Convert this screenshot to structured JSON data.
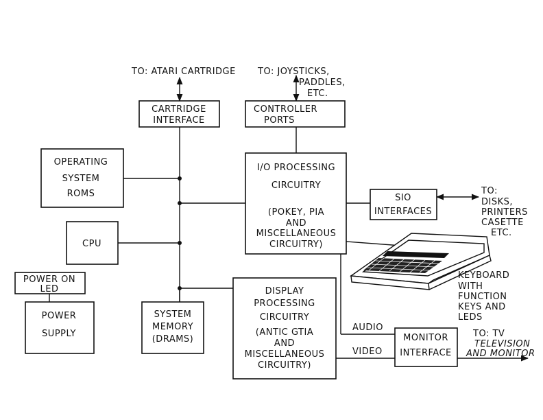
{
  "destinations": {
    "cartridge": "TO: ATARI CARTRIDGE",
    "controllers": [
      "TO: JOYSTICKS,",
      "PADDLES,",
      "ETC."
    ],
    "sio": [
      "TO:",
      "DISKS,",
      "PRINTERS",
      "CASETTE",
      "ETC."
    ],
    "monitor": [
      "TO: TV",
      "TELEVISION",
      "AND MONITOR"
    ]
  },
  "blocks": {
    "cartridge_interface": [
      "CARTRIDGE",
      "INTERFACE"
    ],
    "controller_ports": [
      "CONTROLLER",
      "PORTS"
    ],
    "os_roms": [
      "OPERATING",
      "SYSTEM",
      "ROMS"
    ],
    "cpu": [
      "CPU"
    ],
    "power_led": [
      "POWER ON",
      "LED"
    ],
    "power_supply": [
      "POWER",
      "SUPPLY"
    ],
    "system_memory": [
      "SYSTEM",
      "MEMORY",
      "(DRAMS)"
    ],
    "io_processing": [
      "I/O PROCESSING",
      "CIRCUITRY",
      "(POKEY, PIA",
      "AND",
      "MISCELLANEOUS",
      "CIRCUITRY)"
    ],
    "display_processing": [
      "DISPLAY",
      "PROCESSING",
      "CIRCUITRY",
      "(ANTIC GTIA",
      "AND",
      "MISCELLANEOUS",
      "CIRCUITRY)"
    ],
    "sio_interfaces": [
      "SIO",
      "INTERFACES"
    ],
    "monitor_interface": [
      "MONITOR",
      "INTERFACE"
    ]
  },
  "keyboard_label": [
    "KEYBOARD",
    "WITH",
    "FUNCTION",
    "KEYS AND",
    "LEDS"
  ],
  "signals": {
    "audio": "AUDIO",
    "video": "VIDEO"
  }
}
